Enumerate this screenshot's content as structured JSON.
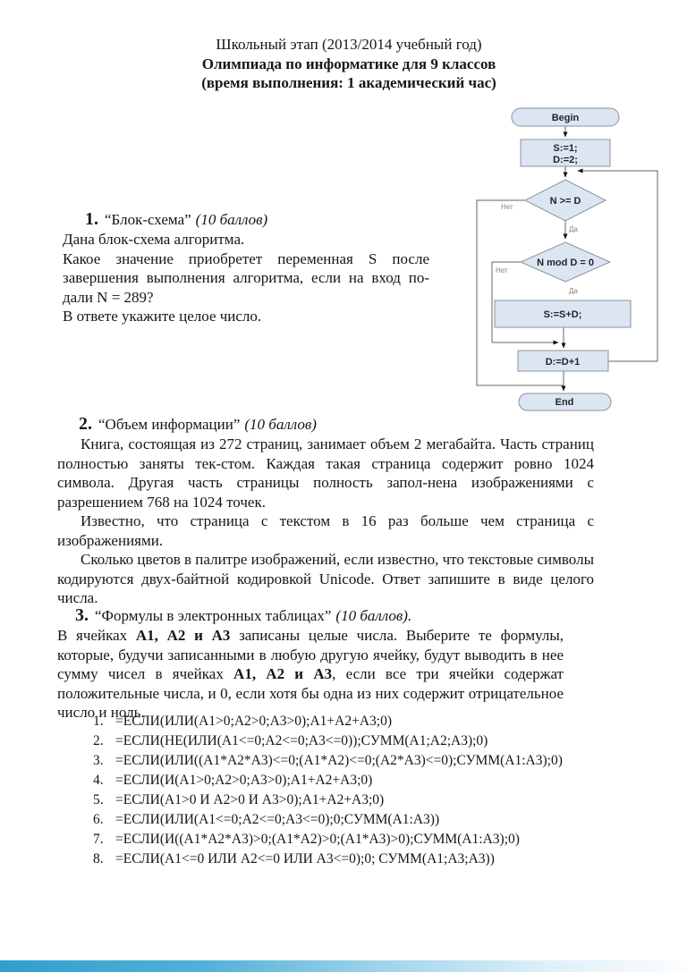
{
  "header": {
    "line1": "Школьный этап (2013/2014 учебный год)",
    "line2": "Олимпиада по информатике для 9 классов",
    "line3": "(время выполнения: 1 академический час)"
  },
  "q1": {
    "number": "1.",
    "title": "“Блок-схема”",
    "points": "(10 баллов)",
    "p1": "Дана блок-схема алгоритма.",
    "p2": "Какое значение приобретет переменная S после завершения выполнения алгоритма, если на вход по-дали N = 289?",
    "p3": "В ответе укажите целое число."
  },
  "q2": {
    "number": "2.",
    "title": "“Объем информации”",
    "points": "(10 баллов)",
    "p1": "Книга, состоящая из 272 страниц, занимает объем 2 мегабайта. Часть страниц полностью заняты тек-стом. Каждая такая страница содержит ровно 1024 символа. Другая часть страницы полность запол-нена изображениями с разрешением 768 на 1024 точек.",
    "p2": "Известно, что страница с текстом в 16 раз больше чем страница с изображениями.",
    "p3": "Сколько цветов в палитре изображений, если известно, что текстовые символы кодируются двух-байтной кодировкой Unicode. Ответ запишите в виде целого числа."
  },
  "q3": {
    "number": "3.",
    "title": "“Формулы в электронных таблицах”",
    "points": "(10 баллов).",
    "body": {
      "t1": "В ячейках ",
      "b1": "А1, А2 и А3",
      "t2": " записаны целые числа. Выберите те формулы, которые, будучи записанными в любую другую ячейку, будут выводить в нее сумму чисел в ячейках ",
      "b2": "А1, А2 и А3",
      "t3": ", если все три ячейки содержат положительные числа, и 0, если хотя бы одна из них содержит отрицательное число и ноль."
    },
    "formulas": [
      {
        "n": "1.",
        "f": "=ЕСЛИ(ИЛИ(А1>0;А2>0;А3>0);А1+А2+А3;0)"
      },
      {
        "n": "2.",
        "f": "=ЕСЛИ(НЕ(ИЛИ(А1<=0;А2<=0;А3<=0));СУММ(А1;А2;А3);0)"
      },
      {
        "n": "3.",
        "f": "=ЕСЛИ(ИЛИ((А1*А2*А3)<=0;(А1*А2)<=0;(А2*А3)<=0);СУММ(А1:А3);0)"
      },
      {
        "n": "4.",
        "f": "=ЕСЛИ(И(А1>0;А2>0;А3>0);А1+А2+А3;0)"
      },
      {
        "n": "5.",
        "f": "=ЕСЛИ(А1>0 И А2>0 И А3>0);А1+А2+А3;0)"
      },
      {
        "n": "6.",
        "f": "=ЕСЛИ(ИЛИ(А1<=0;А2<=0;А3<=0);0;СУММ(А1:А3))"
      },
      {
        "n": "7.",
        "f": "=ЕСЛИ(И((А1*А2*А3)>0;(А1*А2)>0;(А1*А3)>0);СУММ(А1:А3);0)"
      },
      {
        "n": "8.",
        "f": "=ЕСЛИ(А1<=0 ИЛИ А2<=0 ИЛИ А3<=0);0; СУММ(А1;А3;А3))"
      }
    ]
  },
  "flowchart": {
    "begin": "Begin",
    "init1": "S:=1;",
    "init2": "D:=2;",
    "cond1": "N >= D",
    "cond2": "N mod D = 0",
    "assign": "S:=S+D;",
    "inc": "D:=D+1",
    "end": "End",
    "label_yes": "Да",
    "label_no": "Нет",
    "node_fill": "#dce6f2",
    "node_stroke": "#8a939e"
  },
  "footer": {
    "bar_gradient_left": "#2f9fce",
    "bar_gradient_right": "#fbfdfe"
  }
}
